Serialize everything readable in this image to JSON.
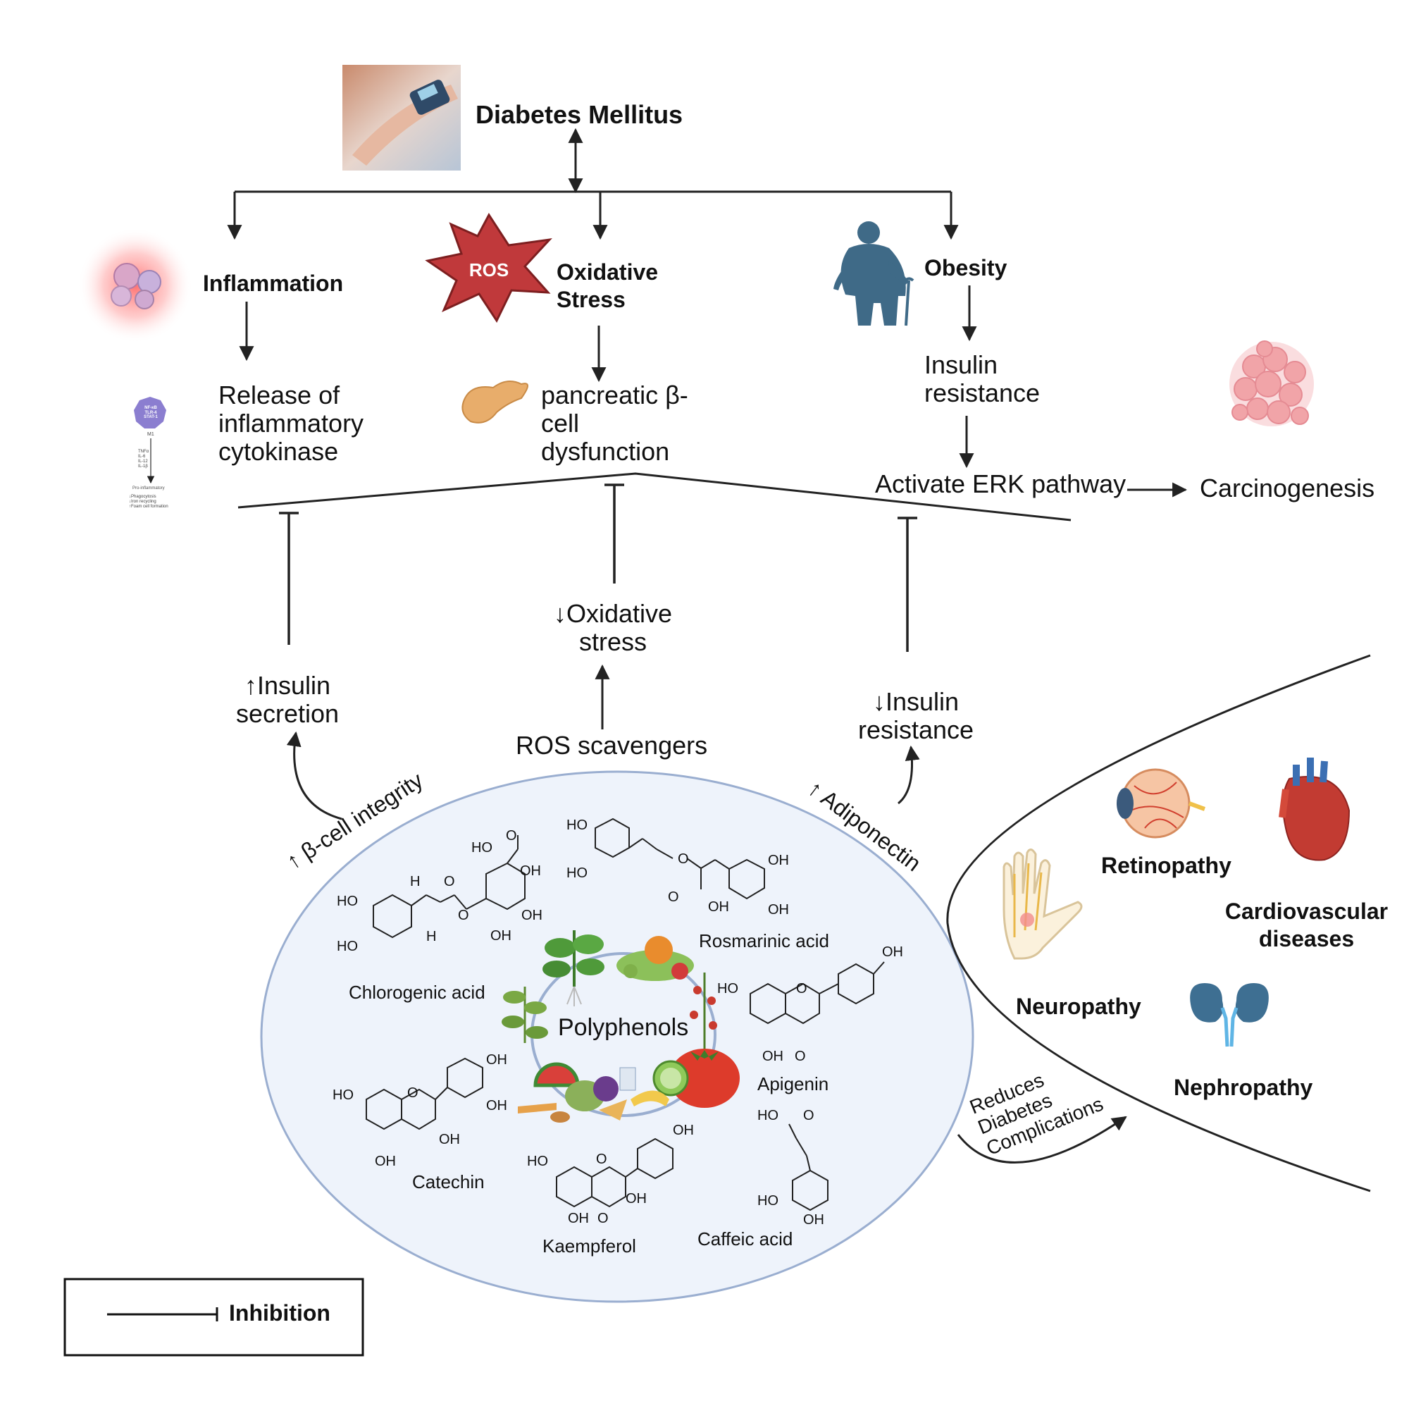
{
  "title": "Diabetes Mellitus",
  "causes": {
    "inflammation": "Inflammation",
    "oxidative_stress_1": "Oxidative",
    "oxidative_stress_2": "Stress",
    "obesity": "Obesity",
    "ros_badge": "ROS"
  },
  "effects": {
    "cytokine_1": "Release of",
    "cytokine_2": "inflammatory",
    "cytokine_3": "cytokinase",
    "beta_1": "pancreatic β-",
    "beta_2": "cell",
    "beta_3": "dysfunction",
    "insulin_res_1": "Insulin",
    "insulin_res_2": "resistance",
    "erk": "Activate ERK pathway",
    "carcinogenesis": "Carcinogenesis"
  },
  "macrophage_mini": {
    "badge_1": "NF-κB",
    "badge_2": "TLR-4",
    "badge_3": "STAT-1",
    "type": "M1",
    "cytokines": [
      "TNFα",
      "IL-6",
      "IL-12",
      "IL-1β"
    ],
    "status": "Pro-inflammatory",
    "outcomes": [
      "↓Phagocytosis",
      "↓Iron recycling",
      "↑Foam cell formation"
    ]
  },
  "mechanisms": {
    "insulin_secretion_1": "↑Insulin",
    "insulin_secretion_2": "secretion",
    "ox_down_1": "↓Oxidative",
    "ox_down_2": "stress",
    "ros_scavengers": "ROS scavengers",
    "ir_down_1": "↓Insulin",
    "ir_down_2": "resistance",
    "beta_integrity": "↑ β-cell integrity",
    "adiponectin": "↑ Adiponectin"
  },
  "polyphenols": {
    "center": "Polyphenols",
    "compounds": [
      "Chlorogenic acid",
      "Rosmarinic acid",
      "Apigenin",
      "Catechin",
      "Kaempferol",
      "Caffeic acid"
    ]
  },
  "complications": {
    "retinopathy": "Retinopathy",
    "cardio_1": "Cardiovascular",
    "cardio_2": "diseases",
    "neuropathy": "Neuropathy",
    "nephropathy": "Nephropathy",
    "reduces_1": "Reduces",
    "reduces_2": "Diabetes",
    "reduces_3": "Complications"
  },
  "legend": {
    "inhibition": "Inhibition"
  },
  "chem": {
    "HO": "HO",
    "OH": "OH",
    "O": "O",
    "H": "H"
  },
  "colors": {
    "ellipse_fill": "#eef3fb",
    "ellipse_stroke": "#9aaed0",
    "ros_red": "#c0393b",
    "person_blue": "#3f6a87",
    "kidney_blue": "#3e6f92"
  }
}
